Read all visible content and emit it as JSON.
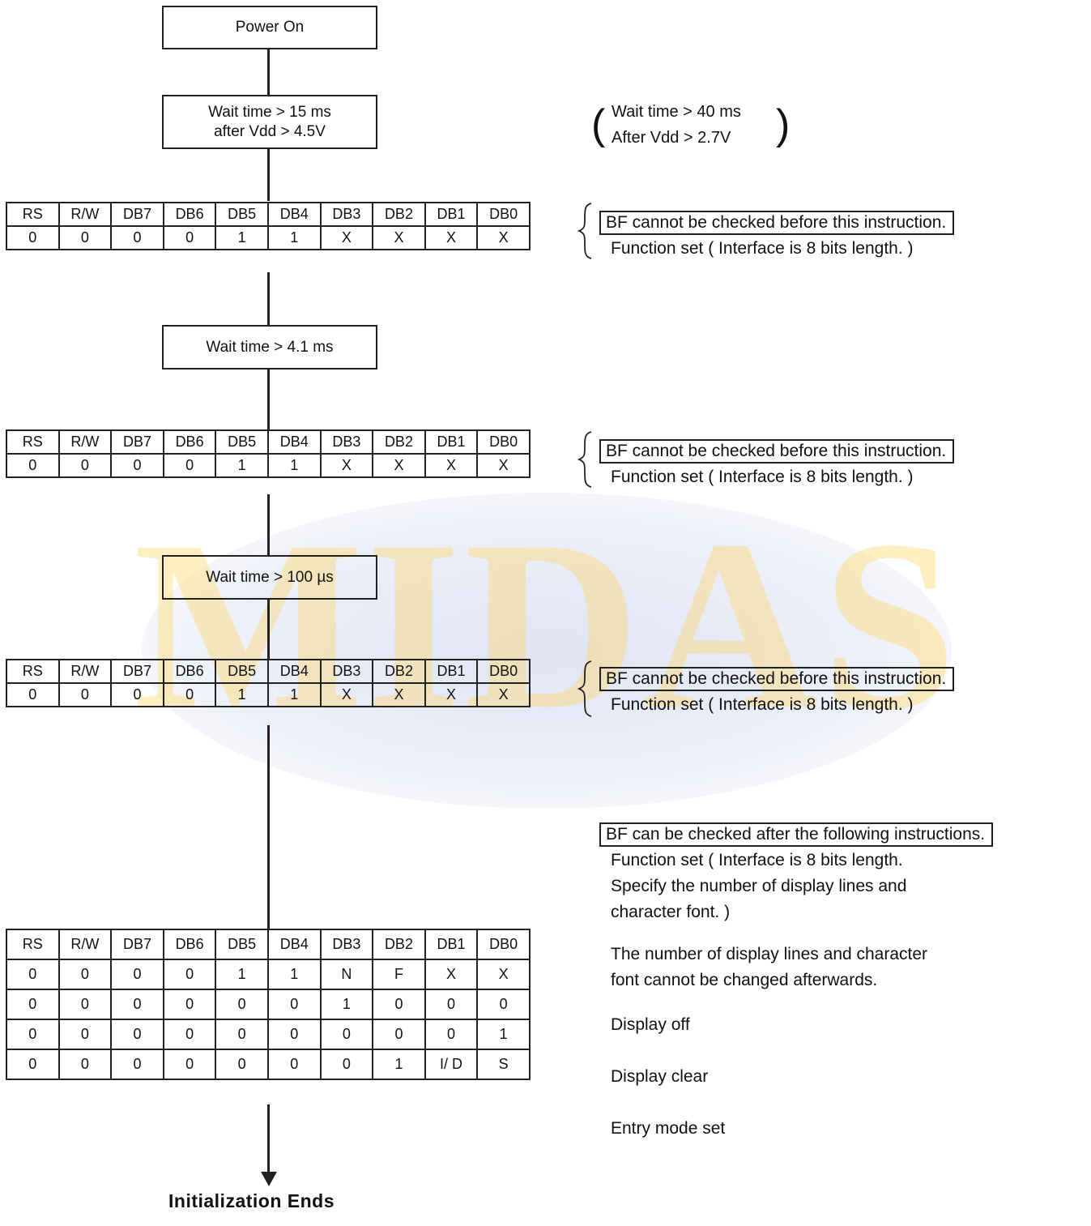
{
  "watermark": {
    "text": "MIDAS",
    "color": "#FFD45C"
  },
  "steps": {
    "power_on": "Power On",
    "wait1": {
      "line1": "Wait time > 15 ms",
      "line2": "after Vdd > 4.5V"
    },
    "wait2": "Wait time > 4.1 ms",
    "wait3": "Wait time > 100 µs"
  },
  "side_note_vdd": {
    "line1": "Wait time > 40 ms",
    "line2": "After Vdd > 2.7V"
  },
  "register_headers": [
    "RS",
    "R/W",
    "DB7",
    "DB6",
    "DB5",
    "DB4",
    "DB3",
    "DB2",
    "DB1",
    "DB0"
  ],
  "function_set_row": [
    "0",
    "0",
    "0",
    "0",
    "1",
    "1",
    "X",
    "X",
    "X",
    "X"
  ],
  "final_rows": [
    [
      "0",
      "0",
      "0",
      "0",
      "1",
      "1",
      "N",
      "F",
      "X",
      "X"
    ],
    [
      "0",
      "0",
      "0",
      "0",
      "0",
      "0",
      "1",
      "0",
      "0",
      "0"
    ],
    [
      "0",
      "0",
      "0",
      "0",
      "0",
      "0",
      "0",
      "0",
      "0",
      "1"
    ],
    [
      "0",
      "0",
      "0",
      "0",
      "0",
      "0",
      "0",
      "1",
      "I/ D",
      "S"
    ]
  ],
  "bf_note": {
    "boxed": "BF cannot be checked before this instruction.",
    "line2": "Function set ( Interface is 8 bits length. )"
  },
  "final_notes": {
    "boxed": "BF can be checked after the following instructions.",
    "function_set_1": "Function set ( Interface is 8 bits length.",
    "function_set_2": "Specify the number of display lines and",
    "function_set_3": "character font. )",
    "lines_font_1": "The number of display lines and character",
    "lines_font_2": "font cannot be changed afterwards.",
    "display_off": "Display off",
    "display_clear": "Display clear",
    "entry_mode": "Entry mode set"
  },
  "end_label": "Initialization Ends"
}
